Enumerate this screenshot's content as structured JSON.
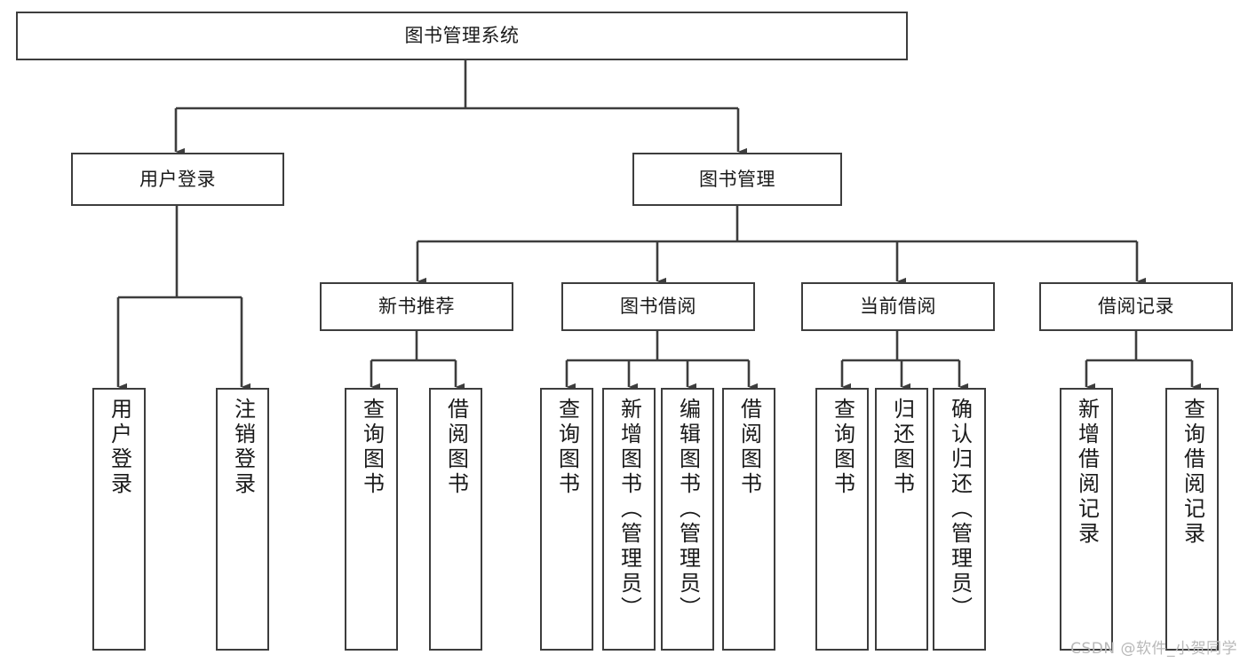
{
  "diagram": {
    "title": "图书管理系统",
    "type": "tree-hierarchy-chart",
    "watermark": "CSDN @软件_小贺同学",
    "colors": {
      "box_border": "#3d3d3d",
      "box_fill": "#ffffff",
      "connector": "#3d3d3d",
      "text": "#1a1a1a",
      "watermark": "#b8b8b8",
      "background": "#ffffff"
    },
    "root": {
      "label": "图书管理系统"
    },
    "level2": [
      {
        "label": "用户登录"
      },
      {
        "label": "图书管理"
      }
    ],
    "level3": [
      {
        "label": "新书推荐"
      },
      {
        "label": "图书借阅"
      },
      {
        "label": "当前借阅"
      },
      {
        "label": "借阅记录"
      }
    ],
    "leaves": {
      "user_login": [
        {
          "label": "用户登录"
        },
        {
          "label": "注销登录"
        }
      ],
      "new_book_recommend": [
        {
          "label": "查询图书"
        },
        {
          "label": "借阅图书"
        }
      ],
      "book_borrow": [
        {
          "label": "查询图书"
        },
        {
          "label": "新增图书（管理员）"
        },
        {
          "label": "编辑图书（管理员）"
        },
        {
          "label": "借阅图书"
        }
      ],
      "current_borrow": [
        {
          "label": "查询图书"
        },
        {
          "label": "归还图书"
        },
        {
          "label": "确认归还（管理员）"
        }
      ],
      "borrow_record": [
        {
          "label": "新增借阅记录"
        },
        {
          "label": "查询借阅记录"
        }
      ]
    }
  }
}
